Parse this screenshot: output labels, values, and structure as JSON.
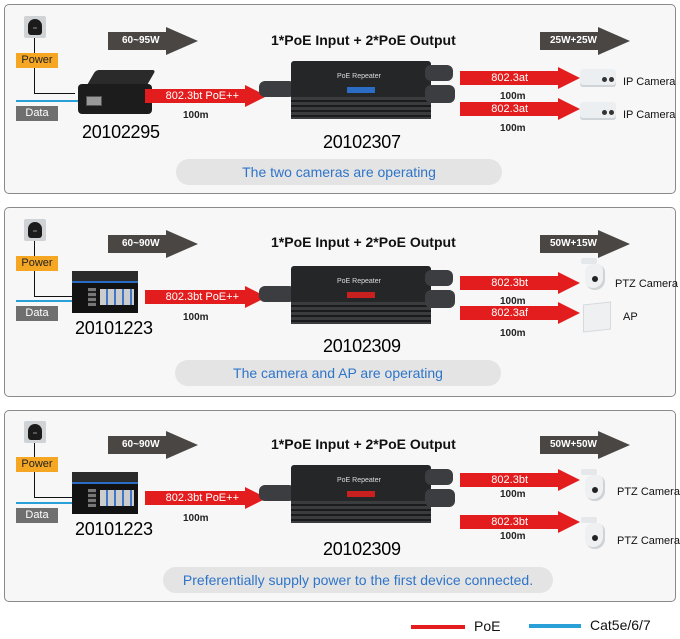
{
  "colors": {
    "poe_red": "#e31d1d",
    "cat_blue": "#2aa0d8",
    "power_orange": "#f5a623",
    "data_gray": "#6f6f6f",
    "arrow_gray": "#4a4644",
    "caption_blue": "#2e74c9"
  },
  "common": {
    "power_label": "Power",
    "data_label": "Data",
    "title": "1*PoE Input + 2*PoE Output",
    "input_standard": "802.3bt PoE++",
    "distance": "100m"
  },
  "panels": [
    {
      "input_power": "60~95W",
      "output_power": "25W+25W",
      "source_model": "20102295",
      "source_type": "poe-injector",
      "repeater_model": "20102307",
      "outputs": [
        {
          "standard": "802.3at",
          "distance": "100m",
          "device": "IP Camera",
          "device_type": "ip-camera"
        },
        {
          "standard": "802.3at",
          "distance": "100m",
          "device": "IP Camera",
          "device_type": "ip-camera"
        }
      ],
      "caption": "The two cameras are operating"
    },
    {
      "input_power": "60~90W",
      "output_power": "50W+15W",
      "source_model": "20101223",
      "source_type": "poe-switch",
      "repeater_model": "20102309",
      "outputs": [
        {
          "standard": "802.3bt",
          "distance": "100m",
          "device": "PTZ Camera",
          "device_type": "ptz-camera"
        },
        {
          "standard": "802.3af",
          "distance": "100m",
          "device": "AP",
          "device_type": "access-point"
        }
      ],
      "caption": "The camera and AP are operating"
    },
    {
      "input_power": "60~90W",
      "output_power": "50W+50W",
      "source_model": "20101223",
      "source_type": "poe-switch",
      "repeater_model": "20102309",
      "outputs": [
        {
          "standard": "802.3bt",
          "distance": "100m",
          "device": "PTZ Camera",
          "device_type": "ptz-camera"
        },
        {
          "standard": "802.3bt",
          "distance": "100m",
          "device": "PTZ Camera",
          "device_type": "ptz-camera"
        }
      ],
      "caption": "Preferentially supply power to the first device connected."
    }
  ],
  "repeater_brand_text": "PoE Repeater",
  "legend": [
    {
      "label": "PoE",
      "color": "#e31d1d"
    },
    {
      "label": "Cat5e/6/7",
      "color": "#2aa0d8"
    }
  ]
}
